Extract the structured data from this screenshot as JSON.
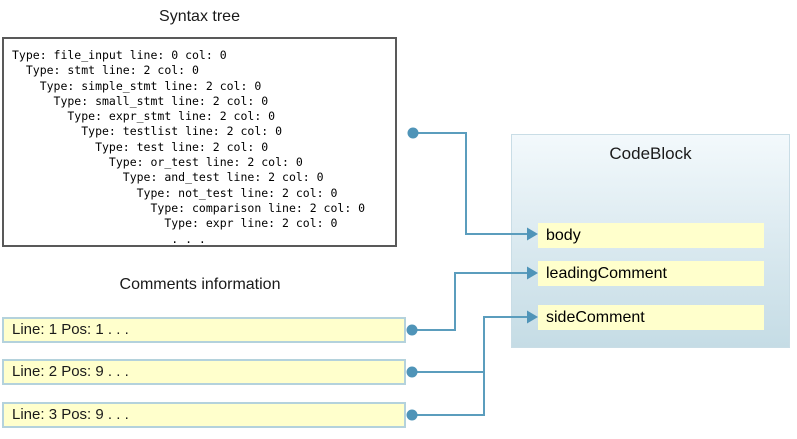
{
  "syntax_tree": {
    "title": "Syntax tree",
    "lines": [
      "Type: file_input line: 0 col: 0",
      "  Type: stmt line: 2 col: 0",
      "    Type: simple_stmt line: 2 col: 0",
      "      Type: small_stmt line: 2 col: 0",
      "        Type: expr_stmt line: 2 col: 0",
      "          Type: testlist line: 2 col: 0",
      "            Type: test line: 2 col: 0",
      "              Type: or_test line: 2 col: 0",
      "                Type: and_test line: 2 col: 0",
      "                  Type: not_test line: 2 col: 0",
      "                    Type: comparison line: 2 col: 0",
      "                      Type: expr line: 2 col: 0",
      "                       . . ."
    ]
  },
  "comments": {
    "title": "Comments information",
    "items": [
      "Line: 1 Pos: 1 . . .",
      "Line: 2 Pos: 9 . . .",
      "Line: 3 Pos: 9 . . ."
    ]
  },
  "codeblock": {
    "title": "CodeBlock",
    "fields": [
      "body",
      "leadingComment",
      "sideComment"
    ]
  },
  "connections": [
    {
      "from": "syntax-tree",
      "to": "body"
    },
    {
      "from": "comment-1",
      "to": "leadingComment"
    },
    {
      "from": "comment-2",
      "to": "sideComment"
    },
    {
      "from": "comment-3",
      "to": "sideComment"
    }
  ],
  "colors": {
    "connector": "#5b9dbd",
    "field_fill": "#ffffcc",
    "comment_border": "#b4d2dc",
    "tree_border": "#595959",
    "codeblock_gradient_top": "#f3f9fc",
    "codeblock_gradient_bottom": "#c5dce5"
  }
}
